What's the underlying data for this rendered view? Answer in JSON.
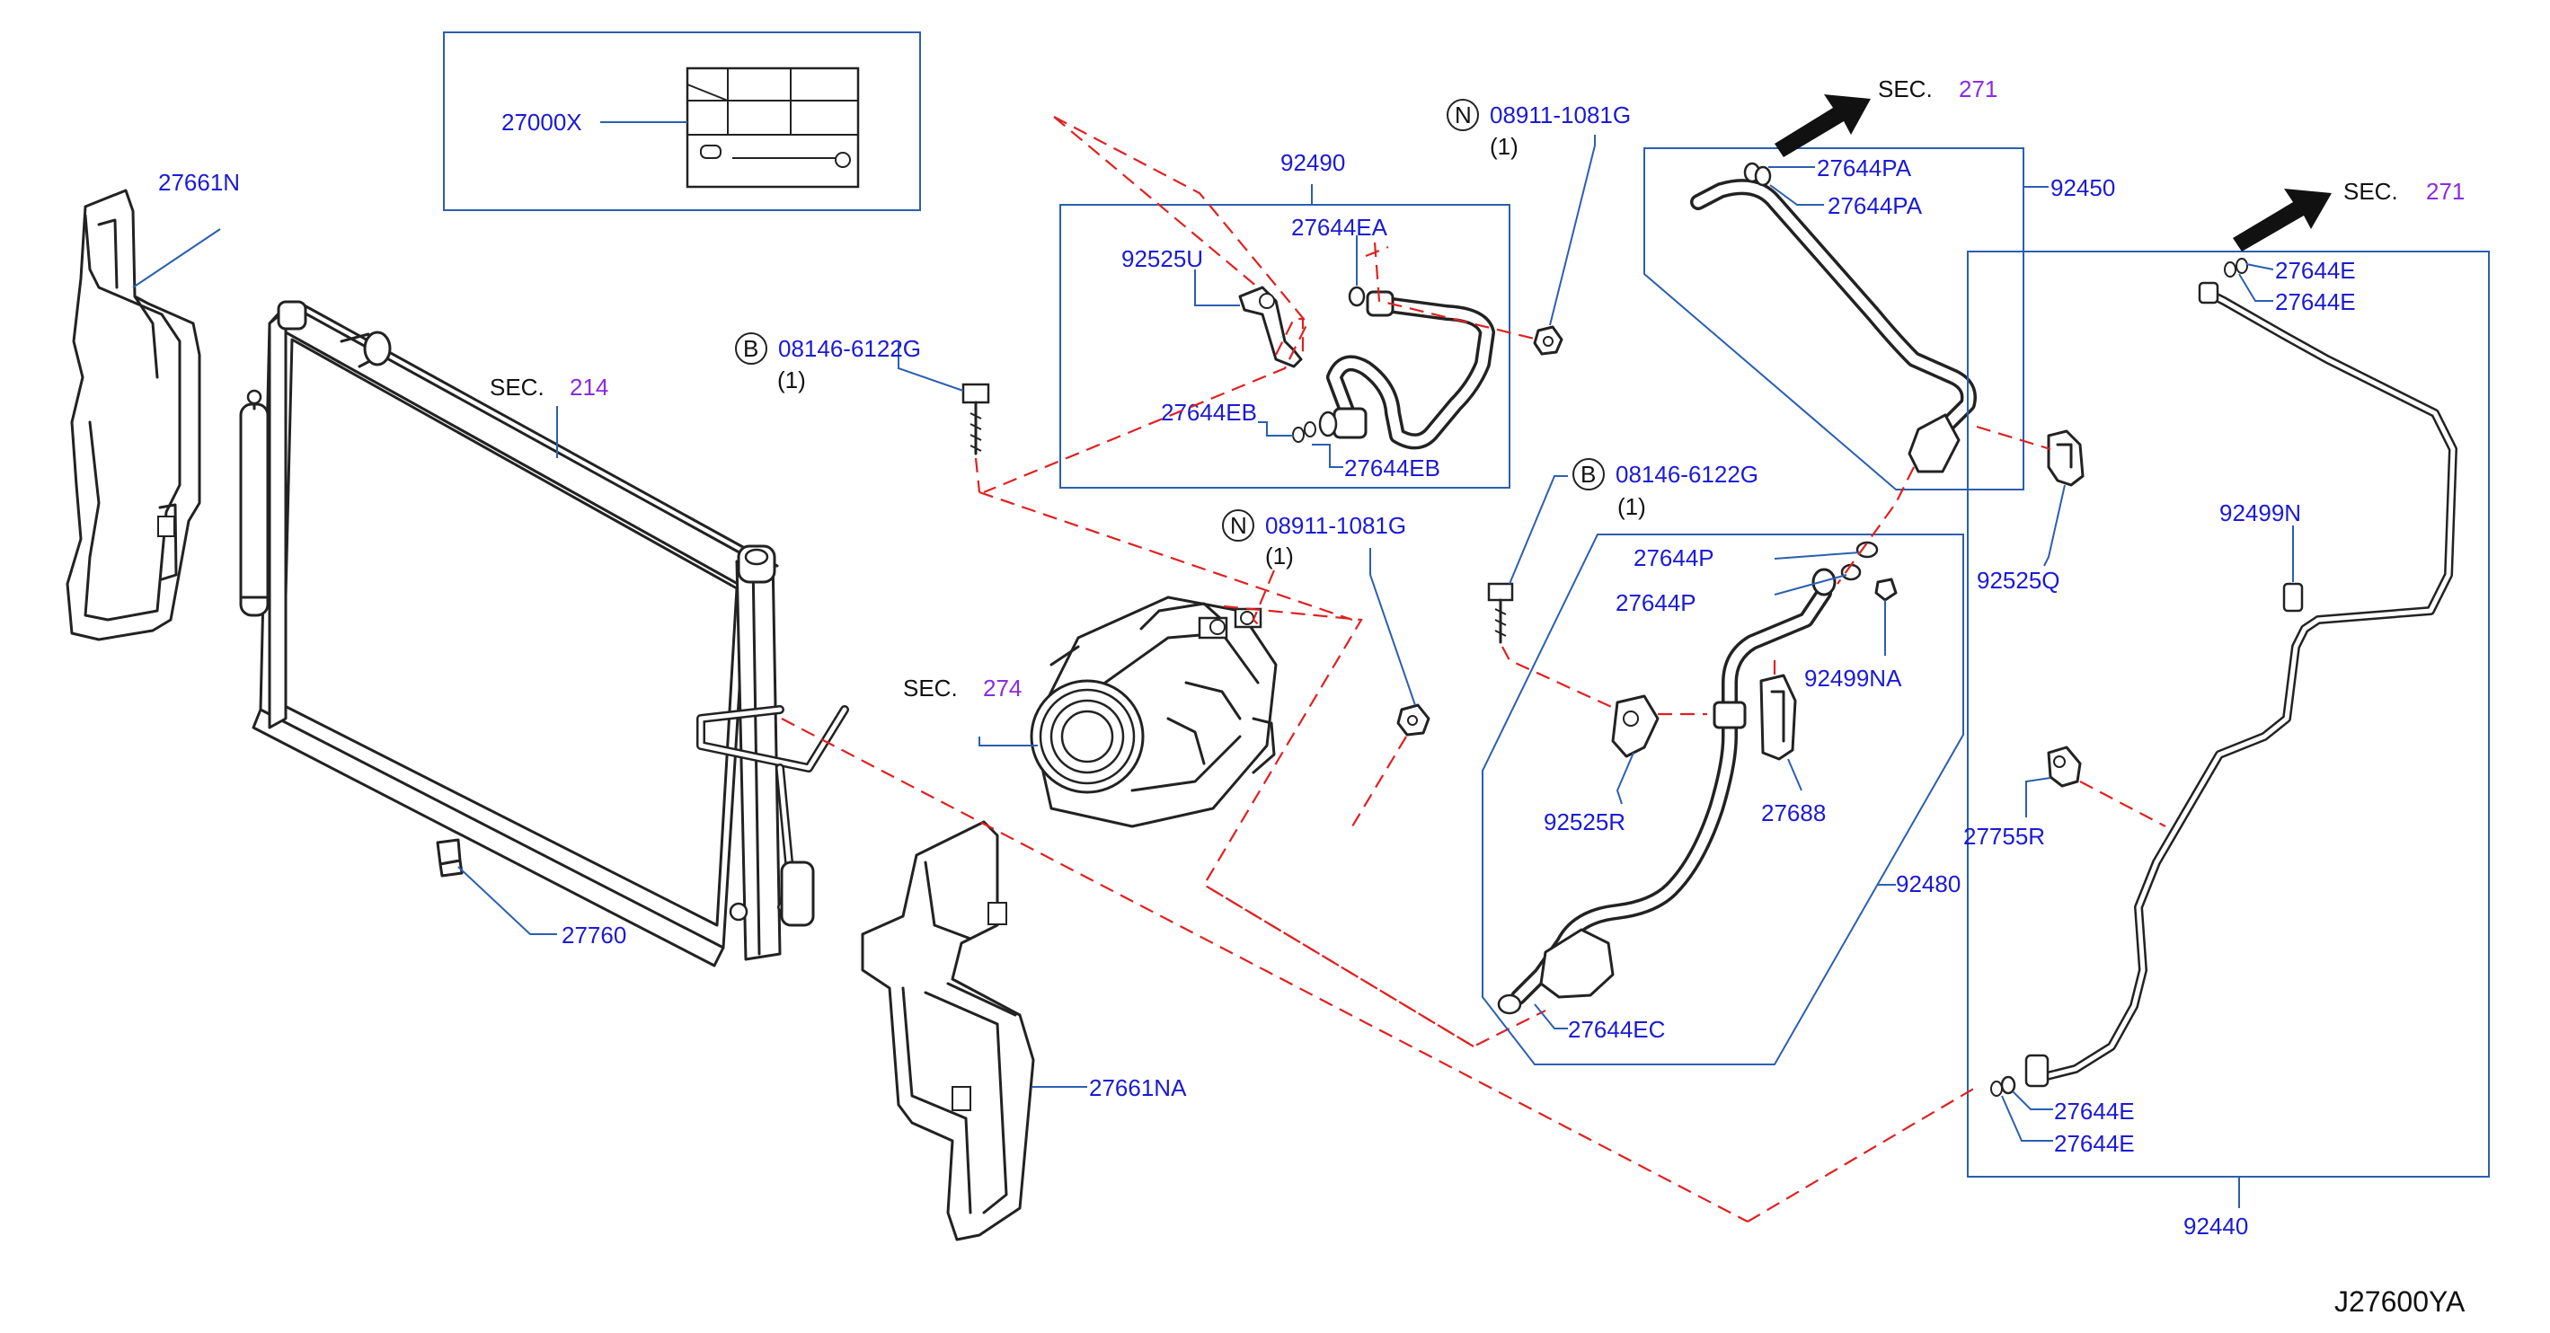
{
  "labels": {
    "l27000x": "27000X",
    "l27661n": "27661N",
    "l92490": "92490",
    "l27644ea": "27644EA",
    "l92525u": "92525U",
    "l27644eb1": "27644EB",
    "l27644eb2": "27644EB",
    "l08911a": "08911-1081G",
    "l08911a_qty": "(1)",
    "l08146a": "08146-6122G",
    "l08146a_qty": "(1)",
    "sec214": "SEC.",
    "sec214n": "214",
    "l27644pa1": "27644PA",
    "l27644pa2": "27644PA",
    "l92450": "92450",
    "sec271a": "SEC.",
    "sec271an": "271",
    "sec271b": "SEC.",
    "sec271bn": "271",
    "l27644e1": "27644E",
    "l27644e2": "27644E",
    "l08146b": "08146-6122G",
    "l08146b_qty": "(1)",
    "l08911b": "08911-1081G",
    "l08911b_qty": "(1)",
    "l27644p1": "27644P",
    "l27644p2": "27644P",
    "l92499na": "92499NA",
    "l92525q": "92525Q",
    "l92499n": "92499N",
    "sec274": "SEC.",
    "sec274n": "274",
    "l92525r": "92525R",
    "l27688": "27688",
    "l27755r": "27755R",
    "l92480": "92480",
    "l27760": "27760",
    "l27644ec": "27644EC",
    "l27661na": "27661NA",
    "l27644e3": "27644E",
    "l27644e4": "27644E",
    "l92440": "92440",
    "diagram_id": "J27600YA",
    "badge_n": "N",
    "badge_b": "B"
  }
}
